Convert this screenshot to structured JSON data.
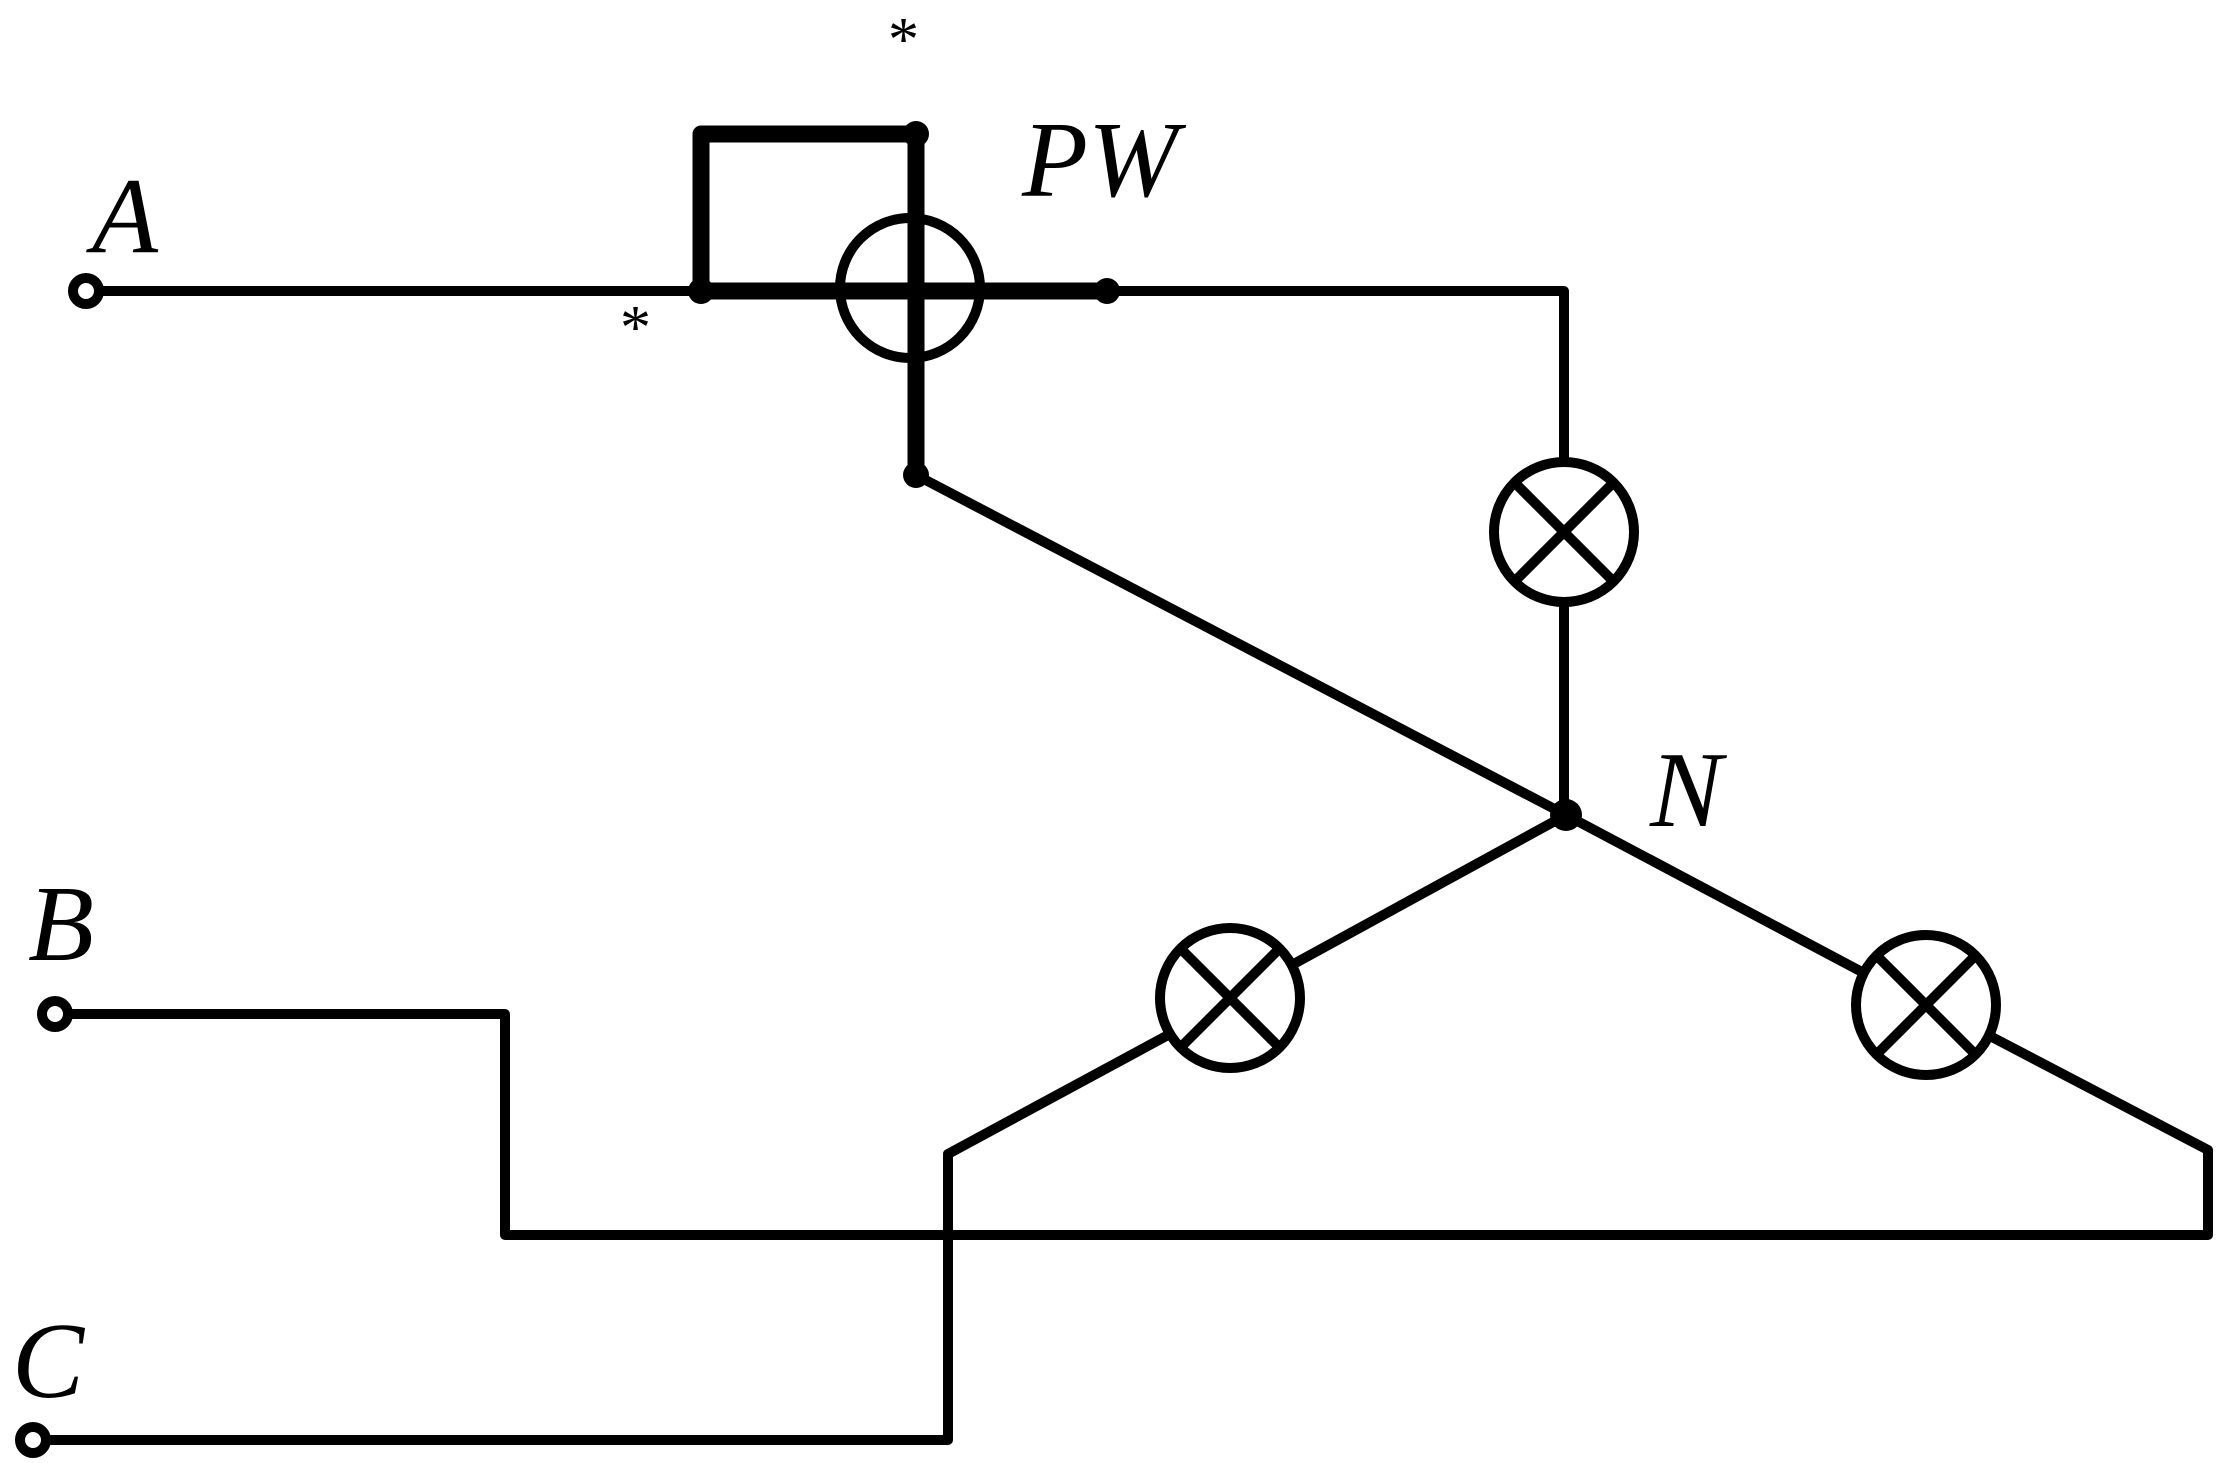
{
  "labels": {
    "a": "A",
    "b": "B",
    "c": "C",
    "meter": "PW",
    "neutral": "N"
  },
  "polarity_marks": {
    "current_coil": "*",
    "voltage_coil": "*"
  },
  "colors": {
    "line": "#000000",
    "background": "#ffffff"
  }
}
